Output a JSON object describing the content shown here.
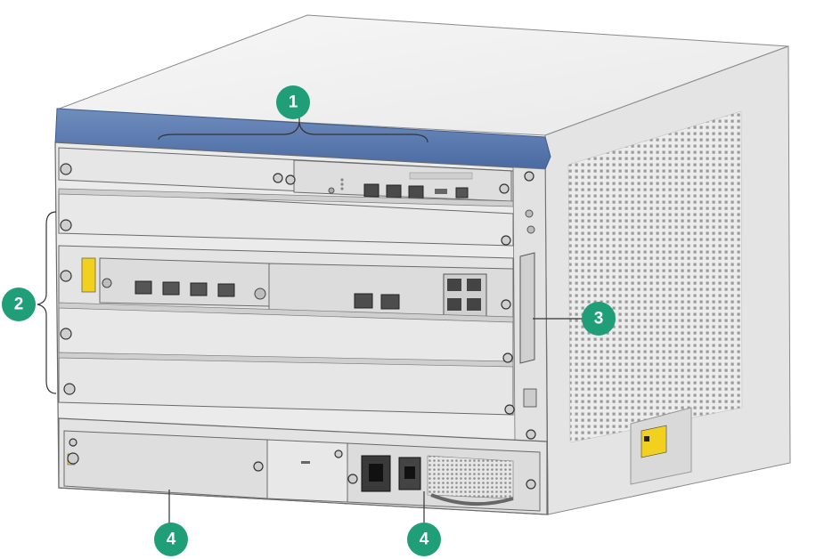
{
  "callouts": [
    {
      "id": "1",
      "label": "1"
    },
    {
      "id": "2",
      "label": "2"
    },
    {
      "id": "3",
      "label": "3"
    },
    {
      "id": "4a",
      "label": "4"
    },
    {
      "id": "4b",
      "label": "4"
    }
  ],
  "colors": {
    "callout": "#1f9e78",
    "top_panel": "#5577aa",
    "chassis": "#e8e8e8",
    "warning_label": "#f2d11e"
  }
}
